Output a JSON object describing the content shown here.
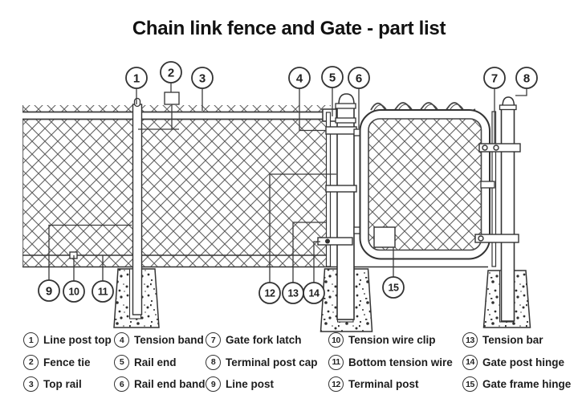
{
  "title": "Chain link fence and Gate - part list",
  "colors": {
    "ink": "#2f2f2f",
    "mesh": "#5f5f5f",
    "background": "#ffffff"
  },
  "legend": {
    "columns": [
      {
        "items": [
          {
            "num": "1",
            "label": "Line post top"
          },
          {
            "num": "2",
            "label": "Fence tie"
          },
          {
            "num": "3",
            "label": "Top rail"
          }
        ]
      },
      {
        "items": [
          {
            "num": "4",
            "label": "Tension band"
          },
          {
            "num": "5",
            "label": "Rail end"
          },
          {
            "num": "6",
            "label": "Rail end band"
          }
        ]
      },
      {
        "items": [
          {
            "num": "7",
            "label": "Gate fork latch"
          },
          {
            "num": "8",
            "label": "Terminal post cap"
          },
          {
            "num": "9",
            "label": "Line post"
          }
        ]
      },
      {
        "items": [
          {
            "num": "10",
            "label": "Tension wire clip"
          },
          {
            "num": "11",
            "label": "Bottom tension wire"
          },
          {
            "num": "12",
            "label": "Terminal post"
          }
        ]
      },
      {
        "items": [
          {
            "num": "13",
            "label": "Tension bar"
          },
          {
            "num": "14",
            "label": "Gate post hinge"
          },
          {
            "num": "15",
            "label": "Gate frame hinge"
          }
        ]
      }
    ]
  }
}
